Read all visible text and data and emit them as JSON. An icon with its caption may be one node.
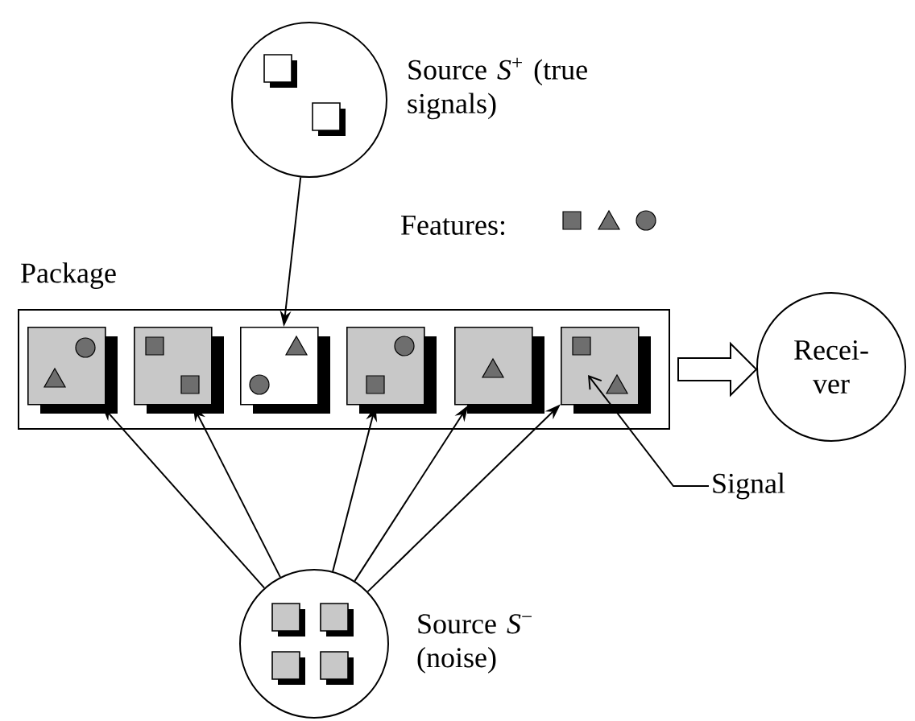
{
  "diagram": {
    "nodes": [
      {
        "text": [],
        "shape": "circle",
        "beside": [
          "Source *S*$^{+}$ (true signals)"
        ]
      },
      {
        "text": [
          "Package"
        ]
      },
      {
        "text": [],
        "shape": "box",
        "in": 1
      },
      {
        "text": [],
        "shape": "box",
        "in": 1
      },
      {
        "text": [],
        "shape": "box",
        "in": 1
      },
      {
        "text": [],
        "shape": "box",
        "in": 1
      },
      {
        "text": [],
        "shape": "box",
        "in": 1
      },
      {
        "text": [],
        "shape": "box",
        "in": 1
      },
      {
        "text": [
          "Recei- ver"
        ]
      },
      {
        "text": [],
        "shape": "circle",
        "beside": [
          "Source *S*$^{−}$ (noise)"
        ]
      },
      {
        "text": [
          "Signal"
        ]
      }
    ],
    "edges": [
      {
        "from": 0,
        "to": 4,
        "arrow": "to"
      },
      {
        "from": 1,
        "to": 8,
        "arrow": "to",
        "style": "thick"
      },
      {
        "from": 9,
        "to": 2,
        "arrow": "to"
      },
      {
        "from": 9,
        "to": 3,
        "arrow": "to"
      },
      {
        "from": 9,
        "to": 5,
        "arrow": "to"
      },
      {
        "from": 9,
        "to": 6,
        "arrow": "to"
      },
      {
        "from": 9,
        "to": 7,
        "arrow": "to"
      },
      {
        "from": 10,
        "to": 7,
        "arrow": "to"
      }
    ],
    "labels": [
      "Features:"
    ]
  }
}
